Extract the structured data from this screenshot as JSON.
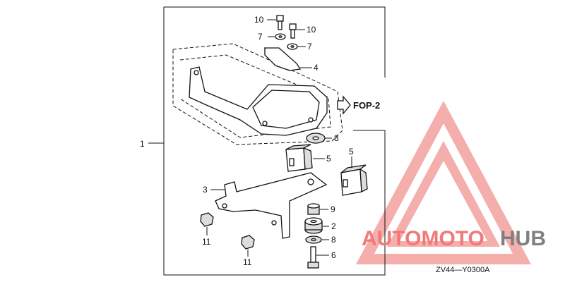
{
  "callouts": {
    "c1": "1",
    "c2": "2",
    "c3": "3",
    "c4": "4",
    "c5a": "5",
    "c5b": "5",
    "c6": "6",
    "c7a": "7",
    "c7b": "7",
    "c8a": "8",
    "c8b": "8",
    "c9": "9",
    "c10a": "10",
    "c10b": "10",
    "c11a": "11",
    "c11b": "11"
  },
  "reference": "FOP-2",
  "diagram_code": "ZV44—Y0300A",
  "watermark": {
    "part1": "AUTOMOTO",
    "part2": "HUB",
    "color_red": "#f07a78",
    "color_gray": "#808080"
  }
}
